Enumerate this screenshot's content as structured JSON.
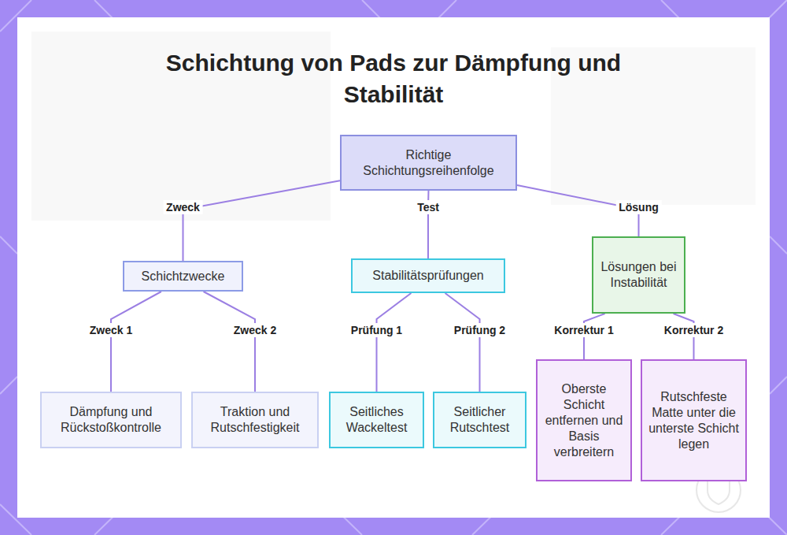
{
  "diagram": {
    "title": "Schichtung von Pads zur Dämpfung und Stabilität",
    "nodes": [
      {
        "text": [
          "Richtige Schichtungsreihenfolge"
        ]
      },
      {
        "text": [
          "Schichtzwecke"
        ]
      },
      {
        "text": [
          "Stabilitätsprüfungen"
        ]
      },
      {
        "text": [
          "Lösungen bei Instabilität"
        ]
      },
      {
        "text": [
          "Dämpfung und Rückstoßkontrolle"
        ]
      },
      {
        "text": [
          "Traktion und Rutschfestigkeit"
        ]
      },
      {
        "text": [
          "Seitliches Wackeltest"
        ]
      },
      {
        "text": [
          "Seitlicher Rutschtest"
        ]
      },
      {
        "text": [
          "Oberste Schicht entfernen und Basis verbreitern"
        ]
      },
      {
        "text": [
          "Rutschfeste Matte unter die unterste Schicht legen"
        ]
      }
    ],
    "edges": [
      {
        "from": 0,
        "to": 1,
        "label": "Zweck",
        "arrow": "none"
      },
      {
        "from": 0,
        "to": 2,
        "label": "Test",
        "arrow": "none"
      },
      {
        "from": 0,
        "to": 3,
        "label": "Lösung",
        "arrow": "none"
      },
      {
        "from": 1,
        "to": 4,
        "label": "Zweck 1",
        "arrow": "none"
      },
      {
        "from": 1,
        "to": 5,
        "label": "Zweck 2",
        "arrow": "none"
      },
      {
        "from": 2,
        "to": 6,
        "label": "Prüfung 1",
        "arrow": "none"
      },
      {
        "from": 2,
        "to": 7,
        "label": "Prüfung 2",
        "arrow": "none"
      },
      {
        "from": 3,
        "to": 8,
        "label": "Korrektur 1",
        "arrow": "none"
      },
      {
        "from": 3,
        "to": 9,
        "label": "Korrektur 2",
        "arrow": "none"
      }
    ]
  }
}
